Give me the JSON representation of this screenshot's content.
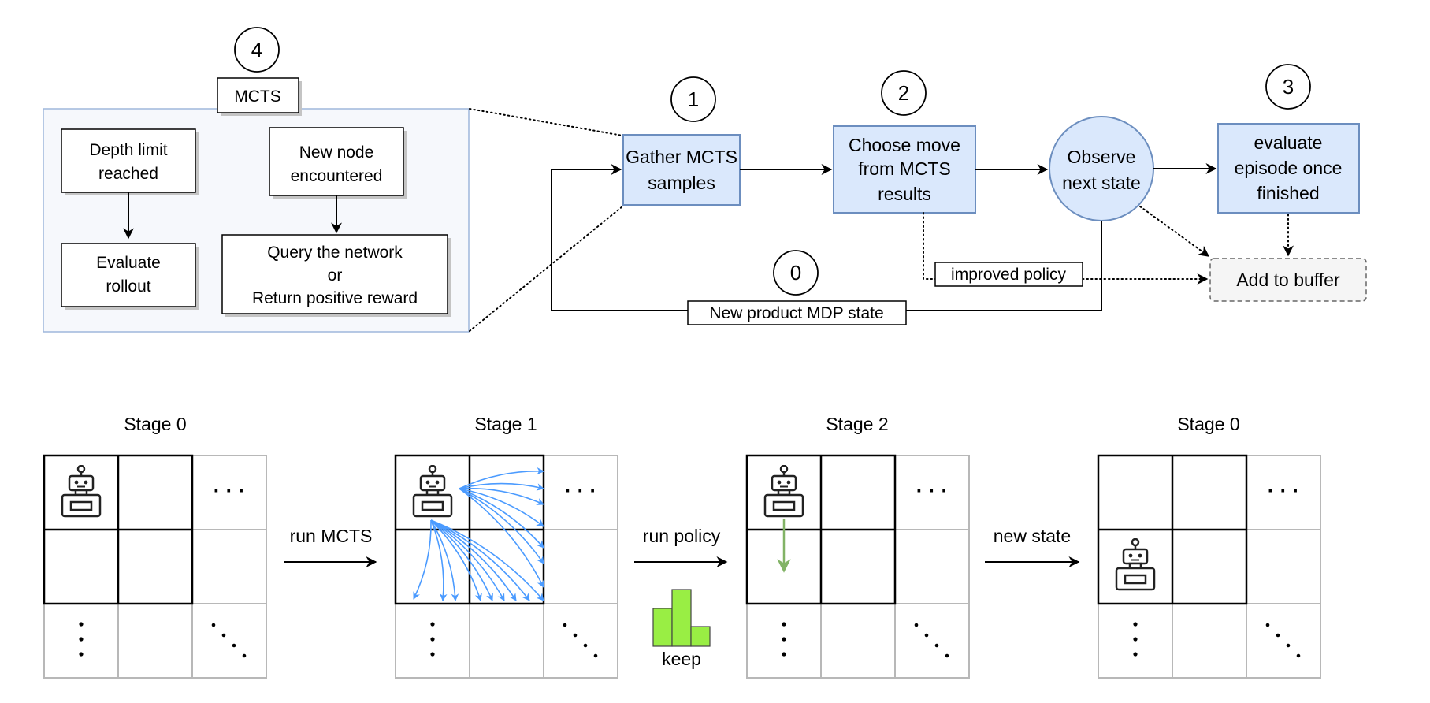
{
  "mcts_panel": {
    "step_number": "4",
    "title": "MCTS",
    "depth_limit": [
      "Depth limit",
      "reached"
    ],
    "new_node": [
      "New node",
      "encountered"
    ],
    "evaluate_rollout": [
      "Evaluate",
      "rollout"
    ],
    "query_network": [
      "Query the network",
      "or",
      "Return positive reward"
    ]
  },
  "loop": {
    "gather": {
      "number": "1",
      "lines": [
        "Gather MCTS",
        "samples"
      ]
    },
    "choose": {
      "number": "2",
      "lines": [
        "Choose move",
        "from MCTS",
        "results"
      ]
    },
    "observe": {
      "lines": [
        "Observe",
        "next state"
      ]
    },
    "evaluate": {
      "number": "3",
      "lines": [
        "evaluate",
        "episode once",
        "finished"
      ]
    },
    "buffer": "Add to buffer",
    "improved_policy": "improved policy",
    "restart_number": "0",
    "new_state": "New product MDP state"
  },
  "stages": [
    {
      "title": "Stage 0"
    },
    {
      "title": "Stage 1"
    },
    {
      "title": "Stage 2"
    },
    {
      "title": "Stage 0"
    }
  ],
  "transitions": [
    "run MCTS",
    "run policy",
    "new state"
  ],
  "keep_label": "keep",
  "ellipsis": {
    "horizontal": "· · ·"
  },
  "colors": {
    "process_fill": "#dae8fc",
    "process_stroke": "#6c8ebf",
    "mcts_arrow": "#4b9bff",
    "policy_arrow": "#82b366",
    "histogram": "#99ee44"
  }
}
